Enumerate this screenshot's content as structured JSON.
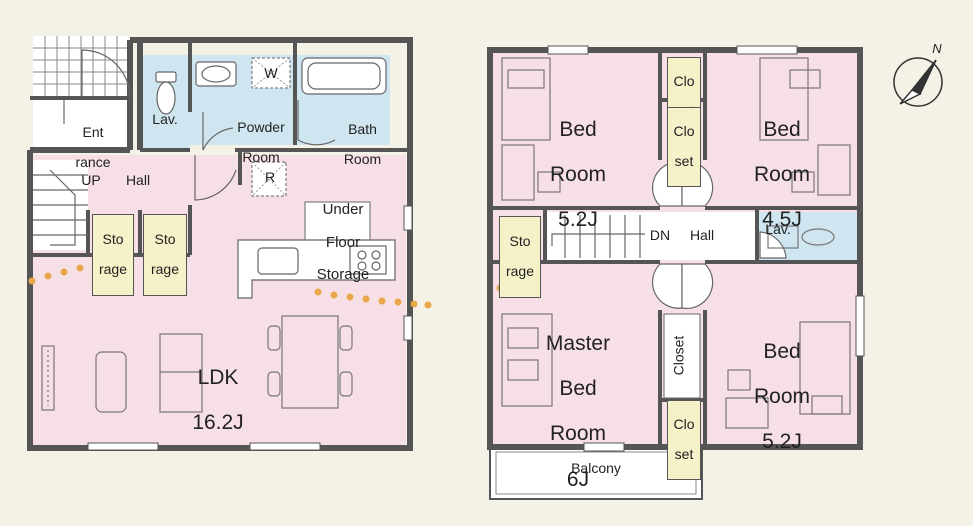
{
  "colors": {
    "pink": "#f7dfe6",
    "blue": "#cfe6f1",
    "yellow": "#f5f1c8",
    "wall": "#555555",
    "dots": "#e8a84a",
    "background": "#f4f1e6"
  },
  "first_floor": {
    "entrance": [
      "Ent",
      "rance"
    ],
    "lav": "Lav.",
    "w": "W",
    "powder_room": [
      "Powder",
      "Room"
    ],
    "bath_room": [
      "Bath",
      "Room"
    ],
    "up": "UP",
    "hall": "Hall",
    "r": "R",
    "storage_left": [
      "Sto",
      "rage"
    ],
    "storage_right": [
      "Sto",
      "rage"
    ],
    "under_floor_storage": [
      "Under",
      "Floor",
      "Storage"
    ],
    "ldk_name": "LDK",
    "ldk_size": "16.2J"
  },
  "second_floor": {
    "bed_room_nw": [
      "Bed",
      "Room",
      "5.2J"
    ],
    "bed_room_ne": [
      "Bed",
      "Room",
      "4.5J"
    ],
    "closet_a": [
      "Clo",
      "set"
    ],
    "closet_b": [
      "Clo",
      "set"
    ],
    "storage": [
      "Sto",
      "rage"
    ],
    "dn": "DN",
    "hall": "Hall",
    "lav": "Lav.",
    "master_bed_room": [
      "Master",
      "Bed",
      "Room",
      "6J"
    ],
    "closet_vertical": "Closet",
    "bed_room_se": [
      "Bed",
      "Room",
      "5.2J"
    ],
    "closet_c": [
      "Clo",
      "set"
    ],
    "balcony": "Balcony"
  },
  "compass_letter": "N",
  "icons": [
    "compass-icon",
    "toilet-icon",
    "bathtub-icon",
    "sink-icon",
    "stove-icon",
    "door-swing-icon",
    "window-icon"
  ]
}
